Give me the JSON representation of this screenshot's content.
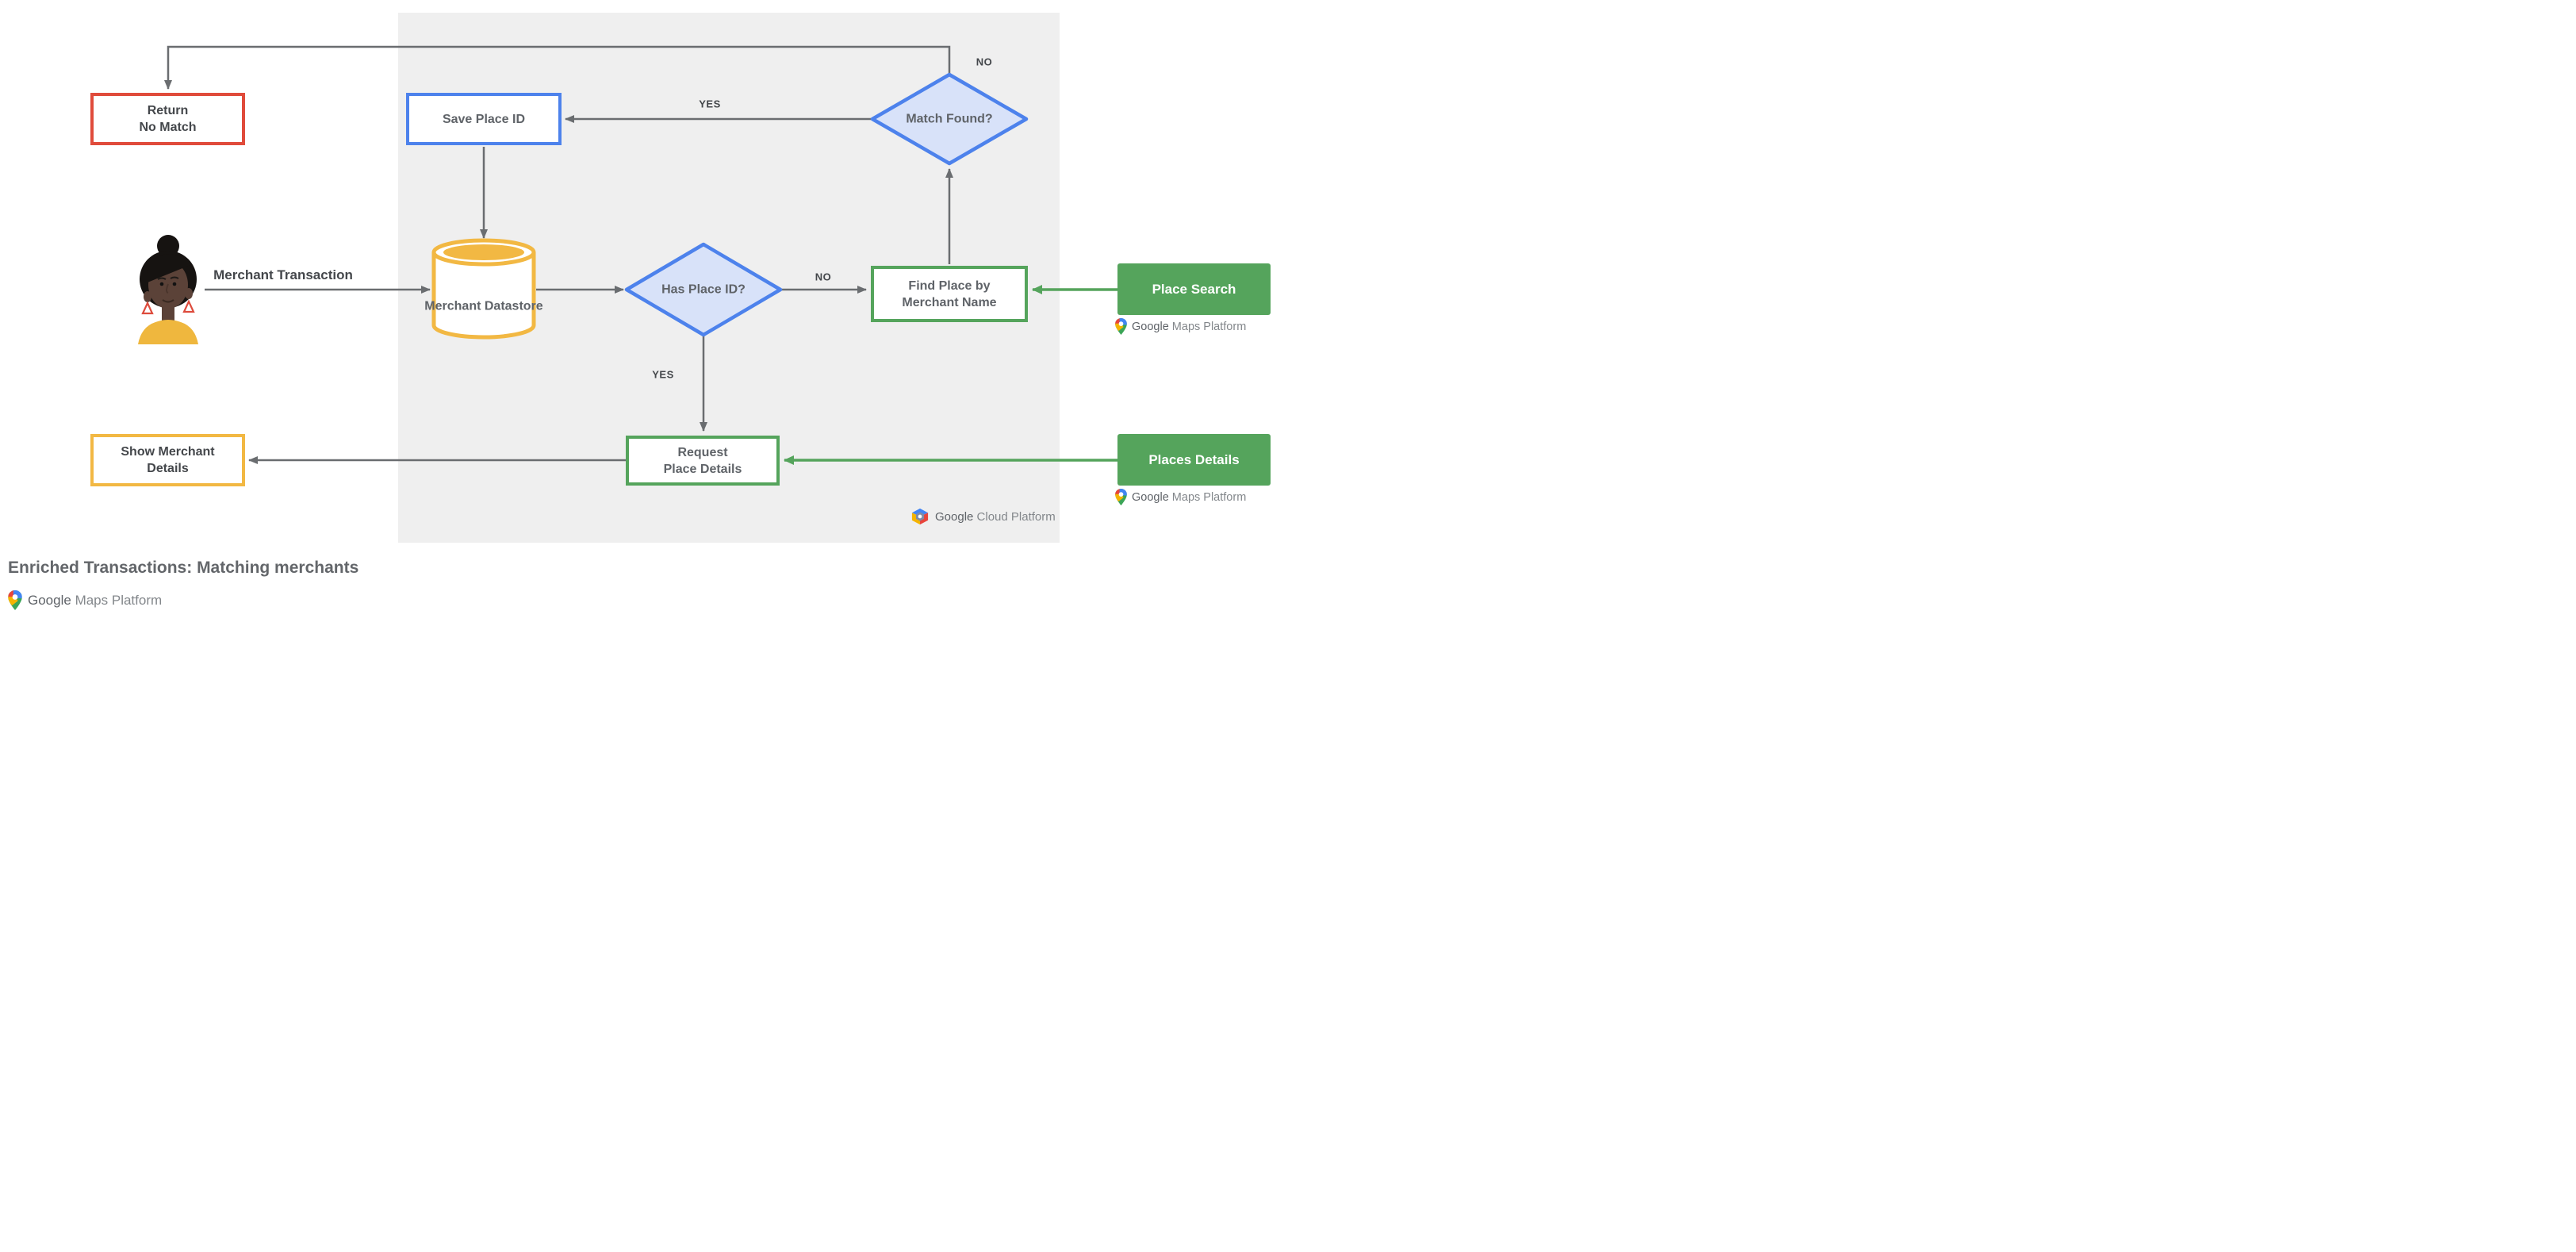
{
  "title": {
    "text": "Enriched Transactions: Matching merchants"
  },
  "nodes": {
    "return_no_match": {
      "line1": "Return",
      "line2": "No Match"
    },
    "save_place_id": {
      "label": "Save Place ID"
    },
    "match_found": {
      "line1": "Match",
      "line2": "Found?"
    },
    "merchant_datastore": {
      "line1": "Merchant",
      "line2": "Datastore"
    },
    "has_place_id": {
      "line1": "Has",
      "line2": "Place ID?"
    },
    "find_place_by_merchant_name": {
      "line1": "Find Place by",
      "line2": "Merchant Name"
    },
    "request_place_details": {
      "line1": "Request",
      "line2": "Place Details"
    },
    "show_merchant_details": {
      "line1": "Show Merchant",
      "line2": "Details"
    },
    "place_search": {
      "label": "Place Search"
    },
    "places_details": {
      "label": "Places Details"
    }
  },
  "edge_labels": {
    "match_found_no": "NO",
    "match_found_yes": "YES",
    "has_place_id_no": "NO",
    "has_place_id_yes": "YES",
    "merchant_transaction": "Merchant Transaction"
  },
  "logos": {
    "maps_platform": {
      "google": "Google",
      "product": "Maps Platform"
    },
    "cloud_platform": {
      "google": "Google",
      "product": "Cloud Platform"
    }
  },
  "colors": {
    "blue_stroke": "#4D82EC",
    "blue_fill": "#D8E2F9",
    "green": "#55A45C",
    "amber": "#F2B843",
    "red": "#E04B3B",
    "line_gray": "#6A6D70",
    "panel_bg": "#EFEFEF",
    "text_dark": "#44474B",
    "text_gray": "#5F6368"
  }
}
